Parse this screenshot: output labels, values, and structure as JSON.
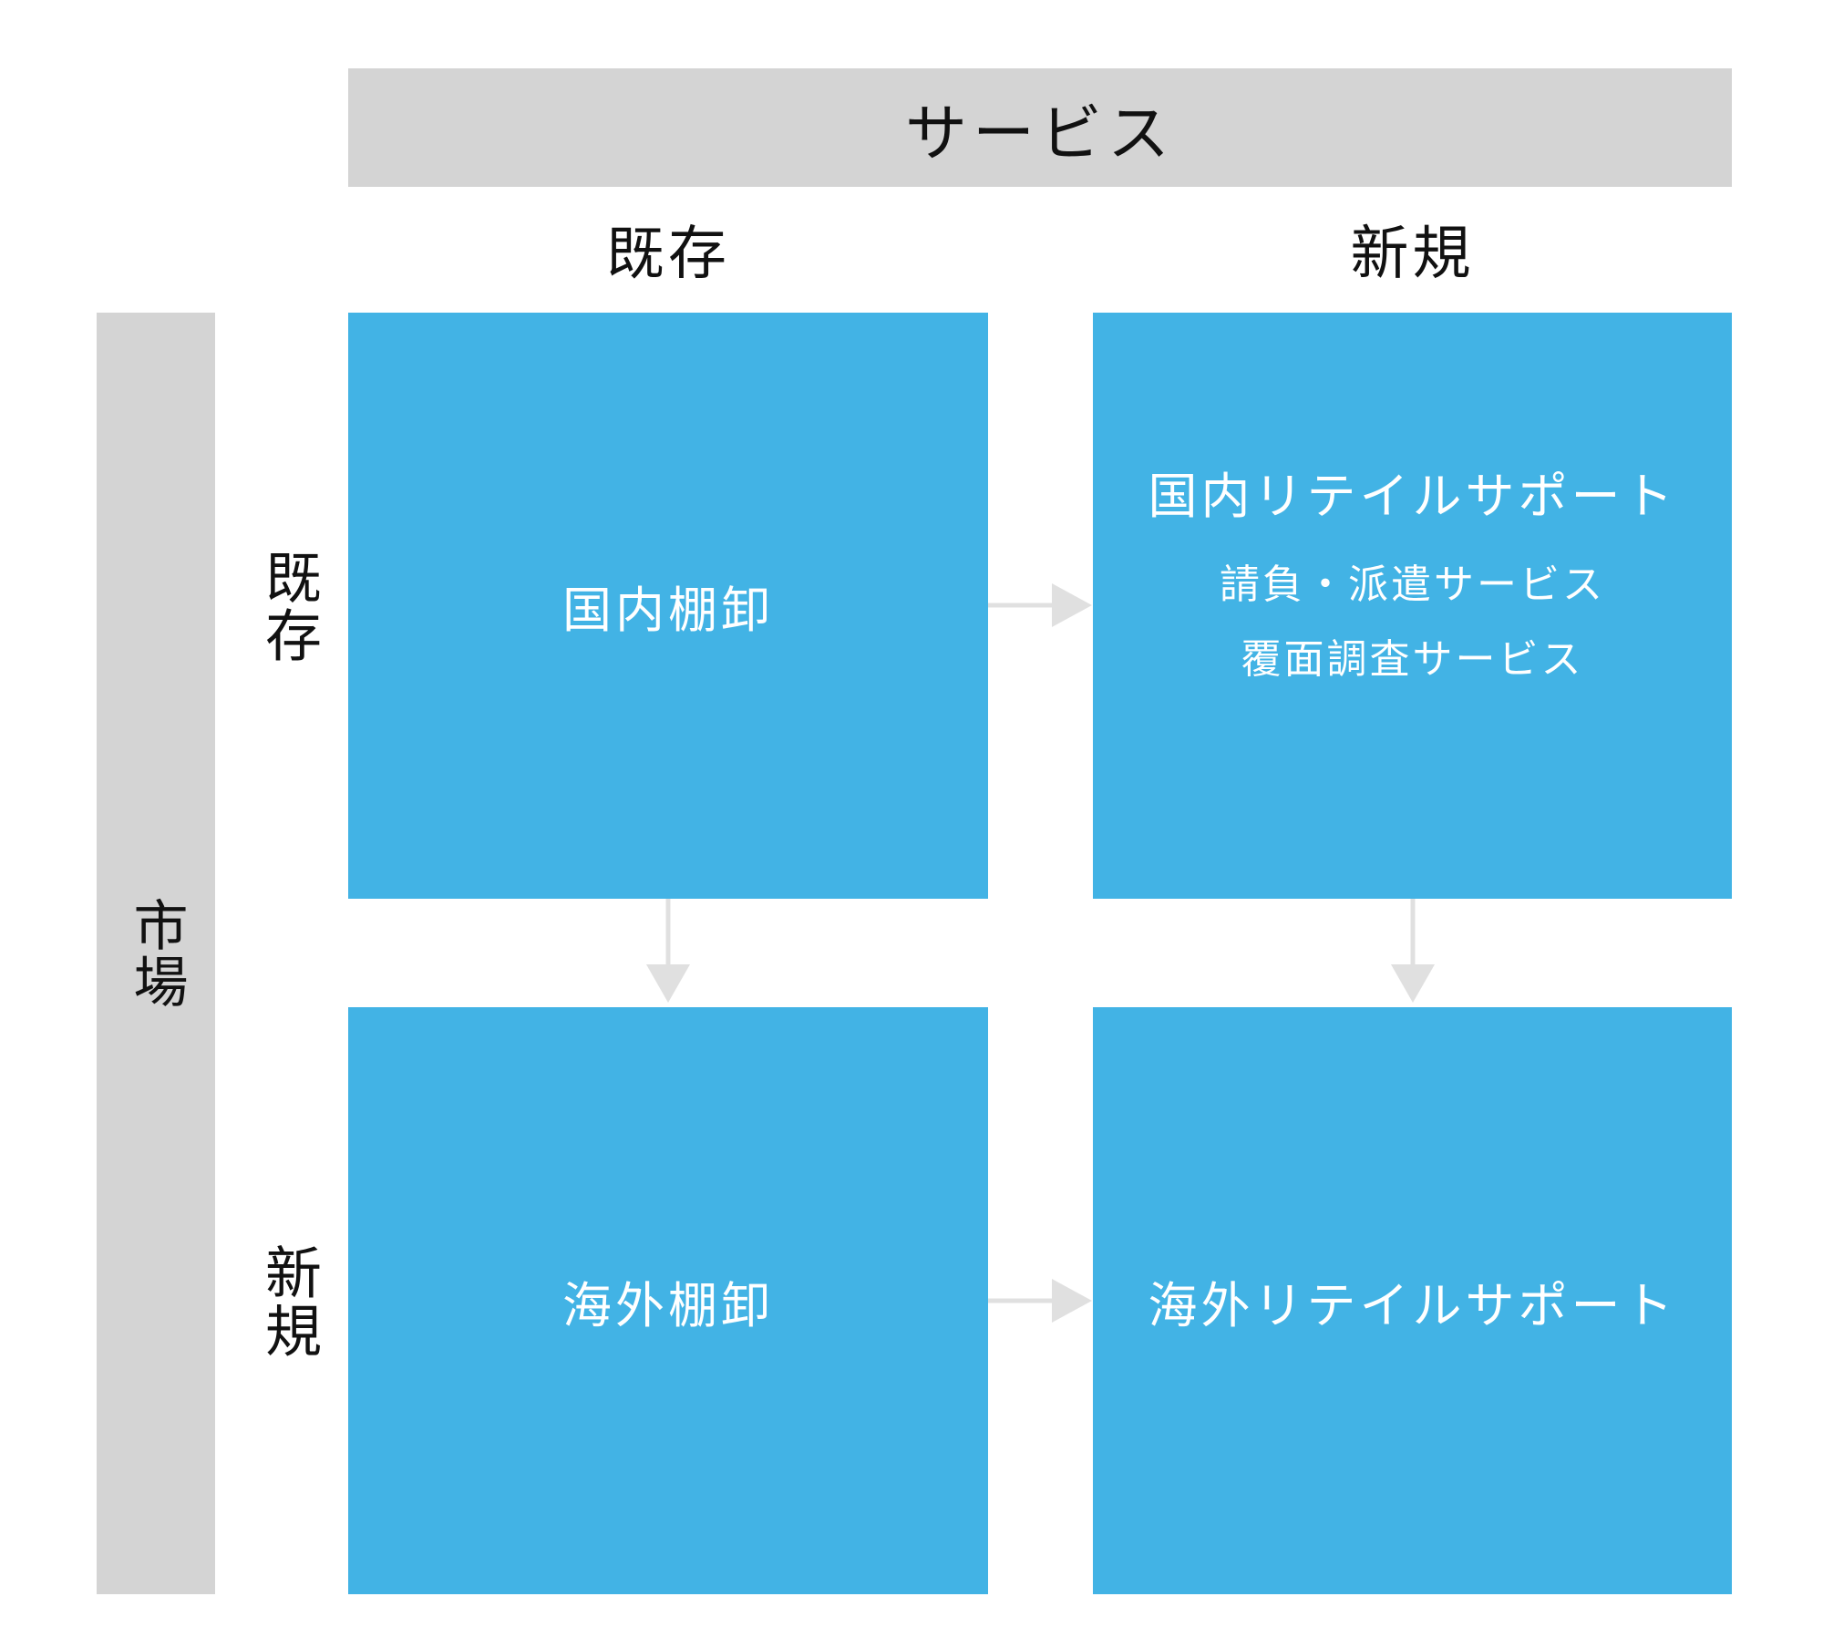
{
  "axes": {
    "service_label": "サービス",
    "market_label": "市場",
    "columns": [
      "既存",
      "新規"
    ],
    "rows": [
      "既存",
      "新規"
    ]
  },
  "cells": {
    "existing_market_existing_service": {
      "title": "国内棚卸"
    },
    "existing_market_new_service": {
      "title": "国内リテイルサポート",
      "sub_items": [
        "請負・派遣サービス",
        "覆面調査サービス"
      ]
    },
    "new_market_existing_service": {
      "title": "海外棚卸"
    },
    "new_market_new_service": {
      "title": "海外リテイルサポート"
    }
  },
  "colors": {
    "box_fill": "#42b3e5",
    "axis_bar_fill": "#d4d4d4",
    "arrow": "#e0e0e0",
    "box_text": "#ffffff",
    "label_text": "#111111"
  }
}
